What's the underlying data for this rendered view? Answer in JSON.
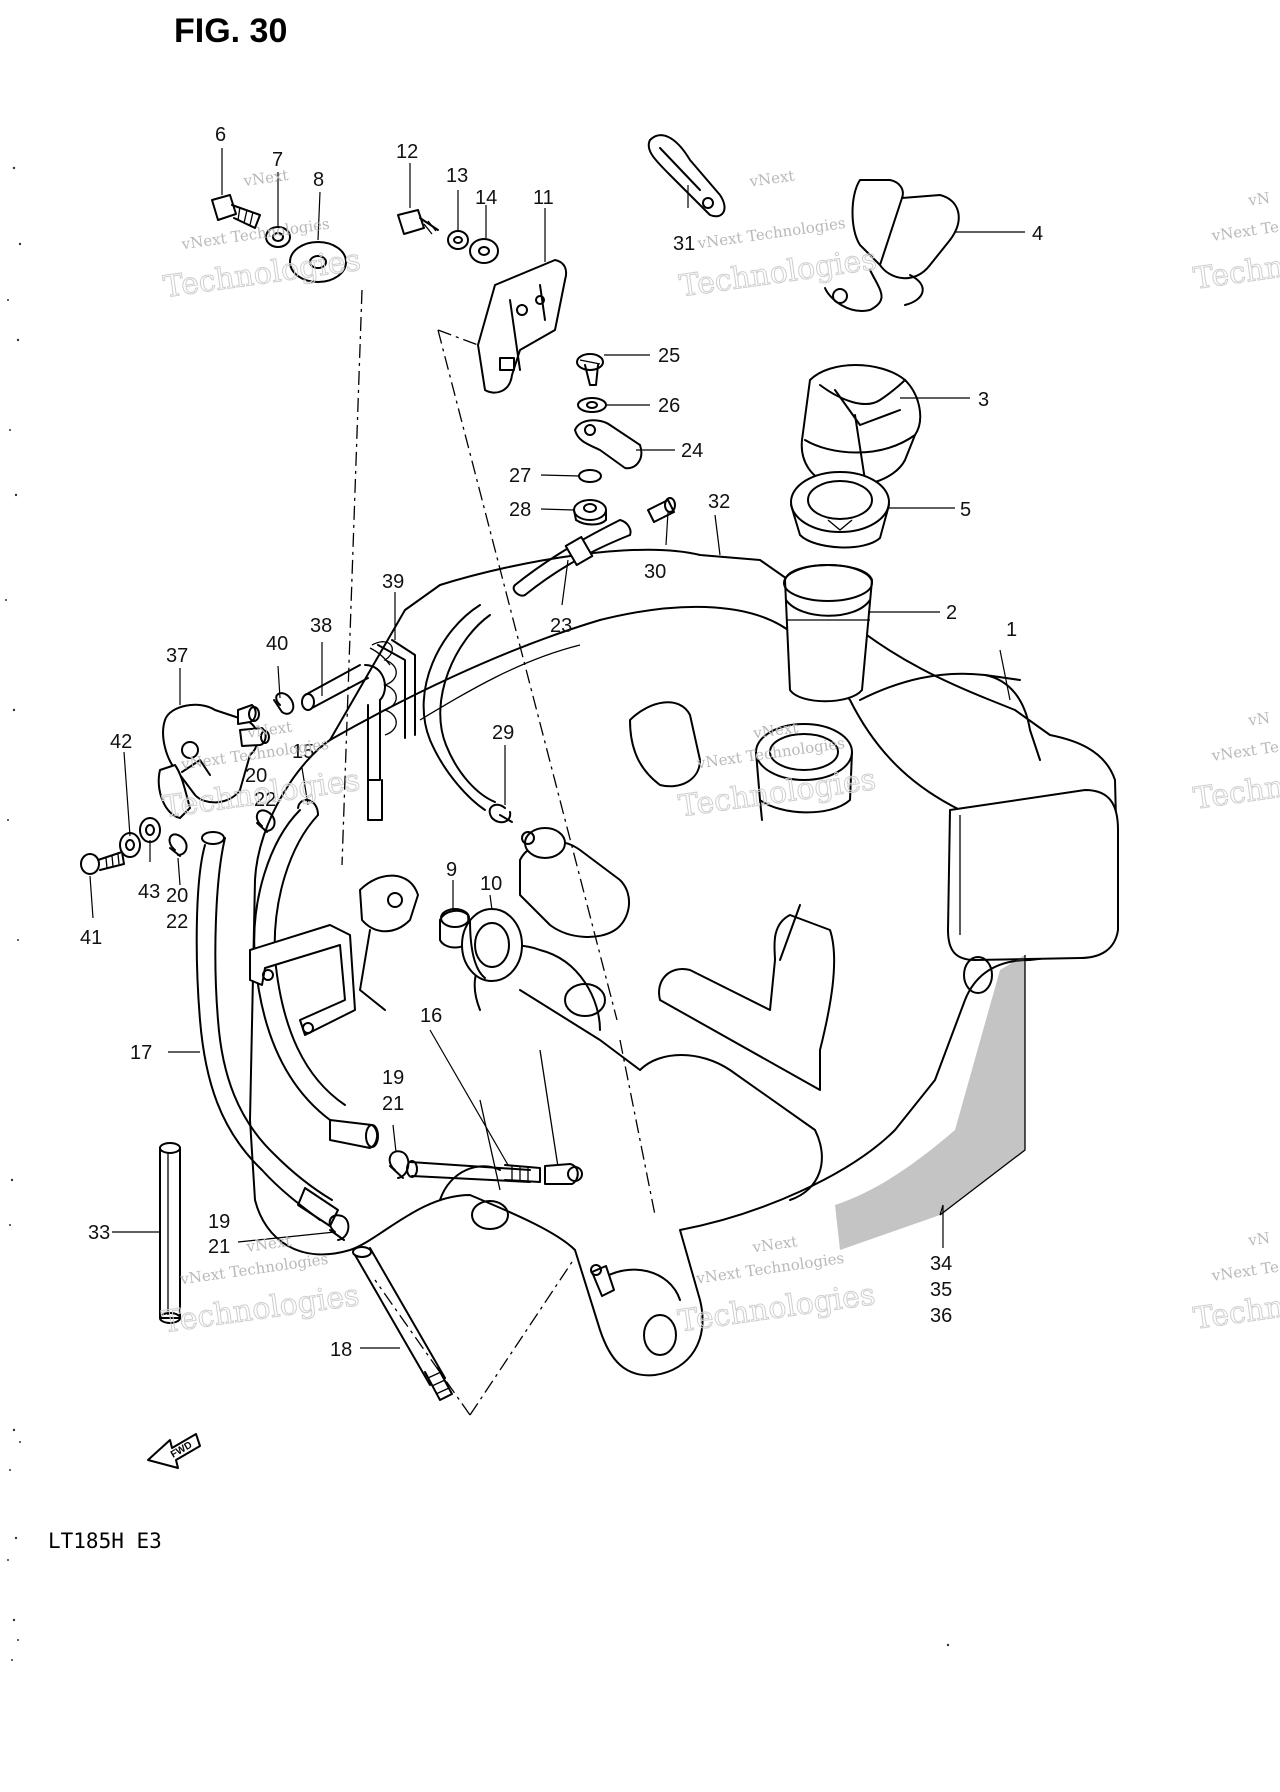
{
  "figure": {
    "title": "FIG. 30",
    "model": "LT185H  E3",
    "fwd_label": "FWD"
  },
  "watermark": {
    "line1": "vNext Technologies",
    "line2": "Technologies",
    "line_top": "vNext",
    "edge1": "vNext Te",
    "edge2": "Techn",
    "edge_top": "vN"
  },
  "callouts": {
    "c1": "1",
    "c2": "2",
    "c3": "3",
    "c4": "4",
    "c5": "5",
    "c6": "6",
    "c7": "7",
    "c8": "8",
    "c9": "9",
    "c10": "10",
    "c11": "11",
    "c12": "12",
    "c13": "13",
    "c14": "14",
    "c15": "15",
    "c16": "16",
    "c17": "17",
    "c18": "18",
    "c19a": "19",
    "c21a": "21",
    "c19b": "19",
    "c21b": "21",
    "c20a": "20",
    "c22a": "22",
    "c20b": "20",
    "c22b": "22",
    "c23": "23",
    "c24": "24",
    "c25": "25",
    "c26": "26",
    "c27": "27",
    "c28": "28",
    "c29": "29",
    "c30": "30",
    "c31": "31",
    "c32": "32",
    "c33": "33",
    "c34": "34",
    "c35": "35",
    "c36": "36",
    "c37": "37",
    "c38": "38",
    "c39": "39",
    "c40": "40",
    "c41": "41",
    "c42": "42",
    "c43": "43"
  },
  "colors": {
    "ink": "#000000",
    "paper": "#ffffff",
    "watermark": "#bdbdbd"
  }
}
